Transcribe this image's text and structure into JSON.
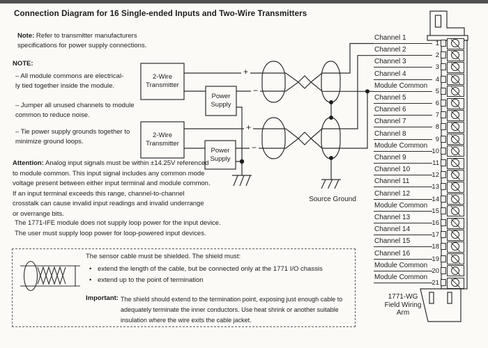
{
  "title": "Connection Diagram for 16 Single-ended Inputs and Two-Wire Transmitters",
  "notes": {
    "note_label": "Note:",
    "note_text": "Refer to transmitter manufacturers\nspecifications for power supply connections.",
    "note2_label": "NOTE:",
    "bullets": [
      "– All module commons are electrical-\nly tied together inside the module.",
      "– Jumper all unused channels to module\ncommon to reduce noise.",
      "– Tie power supply grounds together to\nminimize ground loops."
    ],
    "attention_label": "Attention:",
    "attention_text": "Analog input signals must be within ±14.25V referenced\nto module common. This input signal includes any common mode\nvoltage present between either input terminal and module common.\nIf an input terminal exceeds this range, channel-to-channel\ncrosstalk can cause invalid input readings and invalid underrange\nor overrange bits.",
    "loop_note": "The 1771-IFE module does not supply loop power for the input device.\nThe user must supply loop power for loop-powered input devices."
  },
  "shield_box": {
    "intro": "The sensor cable must be shielded.  The shield must:",
    "bullet_char": "•",
    "bullets": [
      "extend the length of the cable, but be connected only at the 1771 I/O chassis",
      "extend up to the point of termination"
    ],
    "important_label": "Important:",
    "important_text": "The shield should extend to the termination point, exposing just enough cable to\nadequately terminate the inner conductors.  Use heat shrink or another suitable\ninsulation where the wire exits the cable jacket."
  },
  "diagram": {
    "transmitter_label": "2-Wire\nTransmitter",
    "power_supply_label": "Power\nSupply",
    "plus_sign": "+",
    "minus_sign": "−",
    "source_ground_label": "Source Ground",
    "wiring_arm_label": "1771-WG\nField Wiring\nArm"
  },
  "terminals": [
    {
      "n": "1",
      "label": "Channel 1"
    },
    {
      "n": "2",
      "label": "Channel 2"
    },
    {
      "n": "3",
      "label": "Channel 3"
    },
    {
      "n": "4",
      "label": "Channel 4"
    },
    {
      "n": "5",
      "label": "Module Common"
    },
    {
      "n": "6",
      "label": "Channel 5"
    },
    {
      "n": "7",
      "label": "Channel 6"
    },
    {
      "n": "8",
      "label": "Channel 7"
    },
    {
      "n": "9",
      "label": "Channel 8"
    },
    {
      "n": "10",
      "label": "Module Common"
    },
    {
      "n": "11",
      "label": "Channel 9"
    },
    {
      "n": "12",
      "label": "Channel 10"
    },
    {
      "n": "13",
      "label": "Channel 11"
    },
    {
      "n": "14",
      "label": "Channel 12"
    },
    {
      "n": "15",
      "label": "Module Common"
    },
    {
      "n": "16",
      "label": "Channel 13"
    },
    {
      "n": "17",
      "label": "Channel 14"
    },
    {
      "n": "18",
      "label": "Channel 15"
    },
    {
      "n": "19",
      "label": "Channel 16"
    },
    {
      "n": "20",
      "label": "Module Common"
    },
    {
      "n": "21",
      "label": "Module Common"
    }
  ],
  "colors": {
    "ink": "#2c2c2c",
    "paper": "#fbfaf7",
    "scan_bar": "#515151"
  }
}
